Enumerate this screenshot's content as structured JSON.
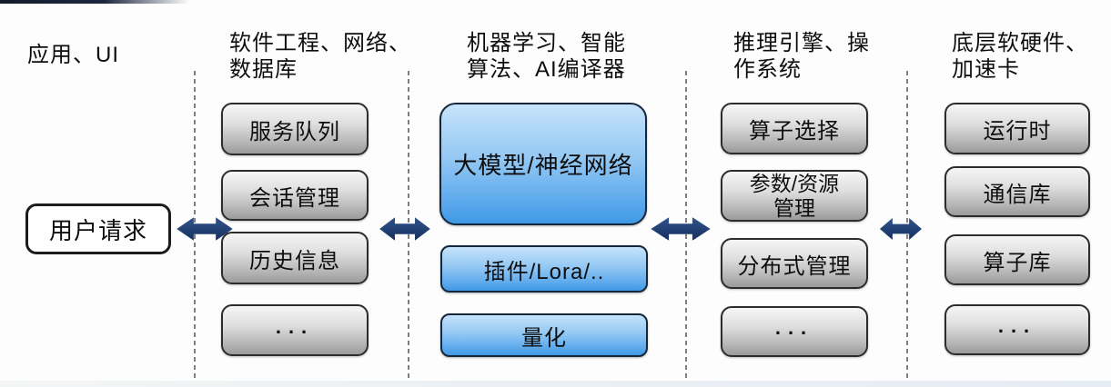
{
  "diagram_title": "",
  "columns": [
    {
      "id": "application-ui",
      "header_lines": [
        "应用、UI"
      ],
      "boxes": [
        {
          "label": "用户请求",
          "style": "white"
        }
      ]
    },
    {
      "id": "software-network-db",
      "header_lines": [
        "软件工程、网络、",
        "数据库"
      ],
      "boxes": [
        {
          "label": "服务队列",
          "style": "gray"
        },
        {
          "label": "会话管理",
          "style": "gray"
        },
        {
          "label": "历史信息",
          "style": "gray"
        },
        {
          "label": "...",
          "style": "gray"
        }
      ]
    },
    {
      "id": "ml-ai-compiler",
      "header_lines": [
        "机器学习、智能",
        "算法、AI编译器"
      ],
      "boxes": [
        {
          "label": "大模型/神经网络",
          "style": "blue"
        },
        {
          "label": "插件/Lora/..",
          "style": "blue"
        },
        {
          "label": "量化",
          "style": "blue"
        }
      ]
    },
    {
      "id": "inference-engine-os",
      "header_lines": [
        "推理引擎、操",
        "作系统"
      ],
      "boxes": [
        {
          "label": "算子选择",
          "style": "gray"
        },
        {
          "label": "参数/资源",
          "label2": "管理",
          "style": "gray"
        },
        {
          "label": "分布式管理",
          "style": "gray"
        },
        {
          "label": "...",
          "style": "gray"
        }
      ]
    },
    {
      "id": "hardware-accelerator",
      "header_lines": [
        "底层软硬件、",
        "加速卡"
      ],
      "boxes": [
        {
          "label": "运行时",
          "style": "gray"
        },
        {
          "label": "通信库",
          "style": "gray"
        },
        {
          "label": "算子库",
          "style": "gray"
        },
        {
          "label": "...",
          "style": "gray"
        }
      ]
    }
  ],
  "connectors": {
    "count": 4,
    "type": "bidirectional-arrow"
  },
  "colors": {
    "arrow_dark": "#16305e",
    "arrow_light": "#31538c",
    "gray_box_top": "#f6f6f6",
    "gray_box_bottom": "#9b9b9b",
    "blue_box_top": "#c6e3fa",
    "blue_box_bottom": "#3f99e6",
    "box_border_dark": "#2c2c2c",
    "dashed_line": "#7f7f7f",
    "text": "#0e0e0e",
    "background": "#fdfdfd"
  }
}
